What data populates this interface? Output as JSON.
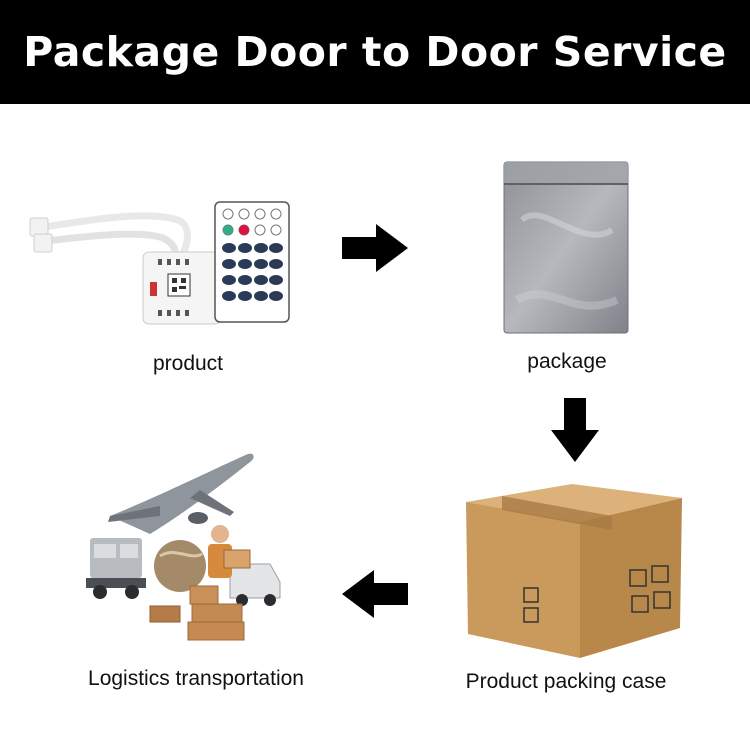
{
  "title": "Package Door to Door Service",
  "steps": [
    {
      "label": "product",
      "image": "controller-and-remote"
    },
    {
      "label": "package",
      "image": "antistatic-bag"
    },
    {
      "label": "Product packing case",
      "image": "cardboard-box"
    },
    {
      "label": "Logistics transportation",
      "image": "plane-truck-courier"
    }
  ],
  "arrows": [
    "arrow-right",
    "arrow-down",
    "arrow-left"
  ],
  "colors": {
    "banner": "#000000",
    "banner_text": "#ffffff",
    "arrow": "#000000",
    "box": "#c99a5b"
  }
}
